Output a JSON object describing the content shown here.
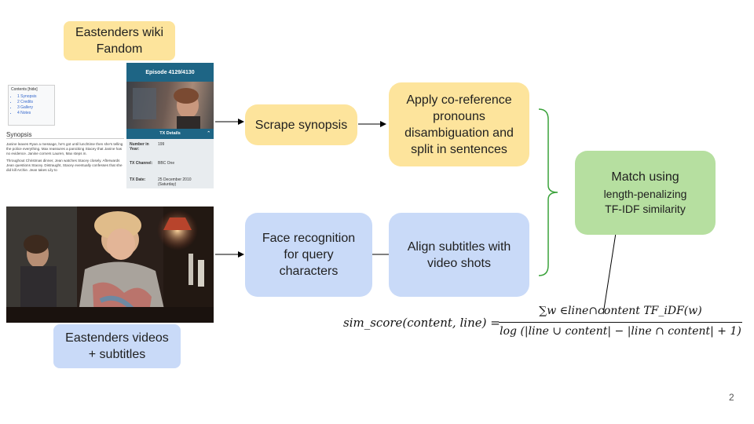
{
  "labels": {
    "wiki_source": "Eastenders wiki\nFandom",
    "video_source": "Eastenders videos\n+ subtitles"
  },
  "steps": {
    "scrape": "Scrape synopsis",
    "coref": "Apply co-reference\npronouns\ndisambiguation and\nsplit in sentences",
    "face": "Face recognition\nfor query\ncharacters",
    "align": "Align subtitles with\nvideo shots",
    "match_line1": "Match using",
    "match_line2": "length-penalizing",
    "match_line3": "TF-IDF similarity"
  },
  "formula": {
    "lhs": "sim_score(content, line) =",
    "numerator": "∑w ∈line∩content TF_iDF(w)",
    "denominator": "log (|line ∪ content| − |line ∩ content| + 1)"
  },
  "wiki": {
    "contents_title": "Contents [hide]",
    "contents_items": [
      "1 Synopsis",
      "2 Credits",
      "3 Gallery",
      "4 Notes"
    ],
    "synopsis_heading": "Synopsis",
    "synopsis_text_1": "Janine leaves Ryan a message, he's got until lunchtime then she's telling the police everything. Max reassures a panicking Stacey that Janine has no evidence. Janine corners Lauren, Max steps in.",
    "synopsis_text_2": "Throughout Christmas dinner, Jean watches Stacey closely. Afterwards Jean questions Stacey. Distraught, Stacey eventually confesses that she did kill Archie. Jean takes Lily to",
    "episode_title": "Episode 4129/4130",
    "tx_header": "TX Details",
    "tx_rows": [
      {
        "k": "Number in Year:",
        "v": "199"
      },
      {
        "k": "TX Channel:",
        "v": "BBC One"
      },
      {
        "k": "TX Date:",
        "v": "25 December 2010 (Saturday)"
      }
    ]
  },
  "page_number": "2",
  "colors": {
    "yellow": "#fde49c",
    "blue": "#c9daf8",
    "green": "#b6dfa0",
    "infobox_header": "#1e6585"
  }
}
